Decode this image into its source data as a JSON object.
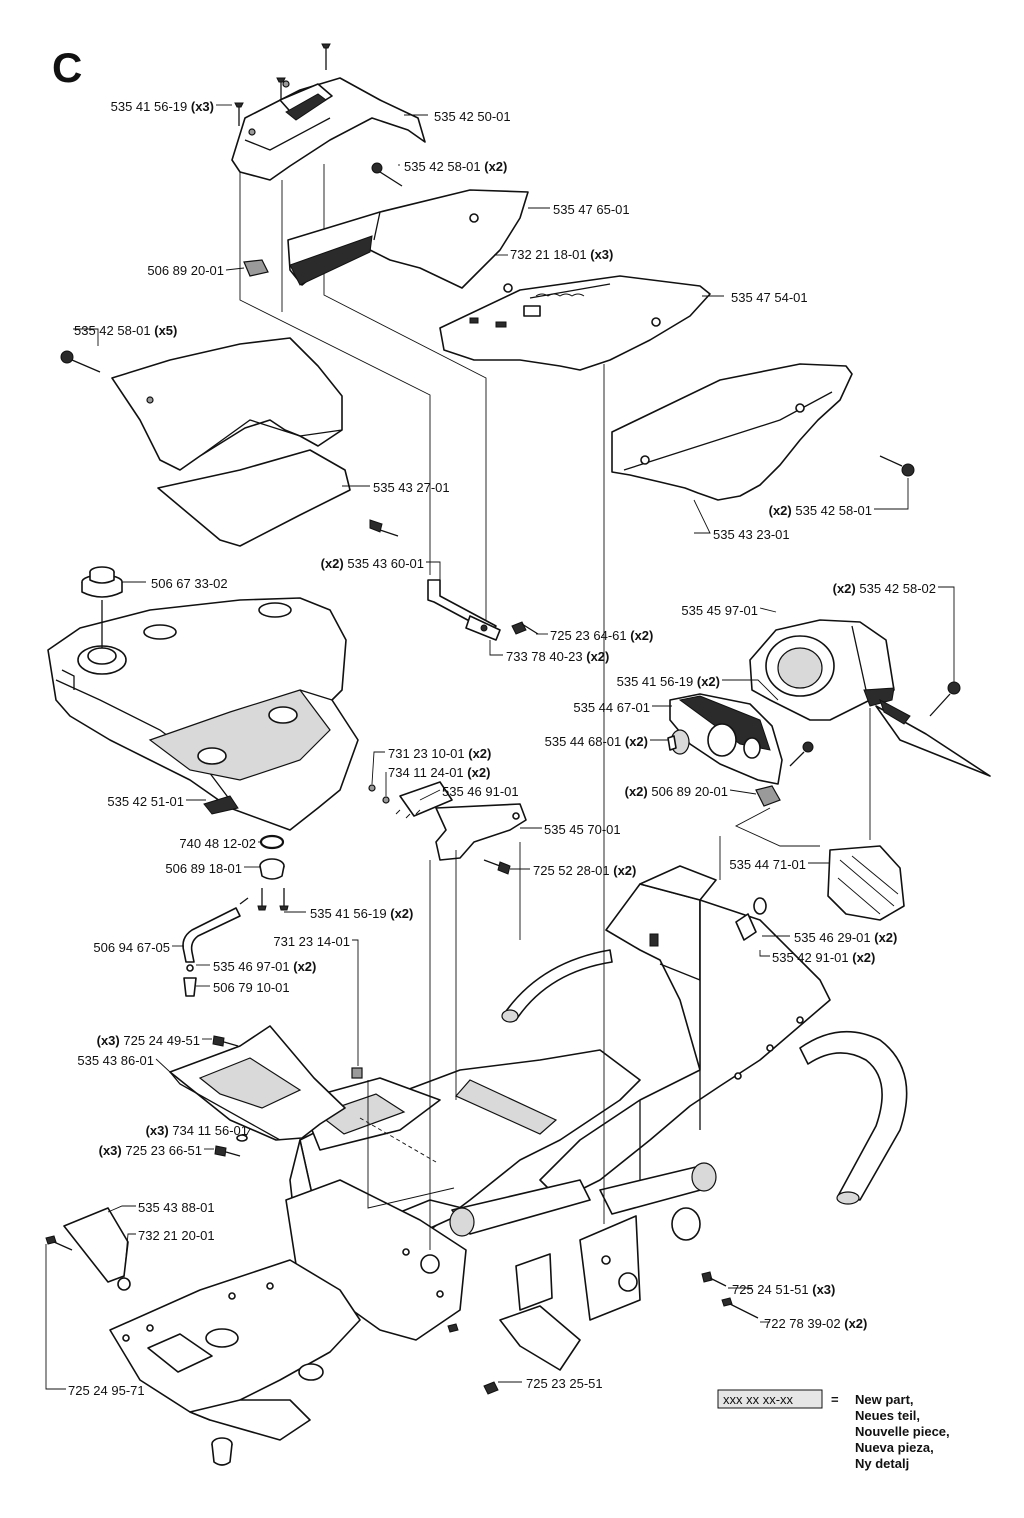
{
  "section_letter": "C",
  "callouts": [
    {
      "id": "c01",
      "part": "535 41 56-19",
      "qty": "(x3)"
    },
    {
      "id": "c02",
      "part": "535 42 50-01",
      "qty": ""
    },
    {
      "id": "c03",
      "part": "535 42 58-01",
      "qty": "(x2)"
    },
    {
      "id": "c04",
      "part": "535 47 65-01",
      "qty": ""
    },
    {
      "id": "c05",
      "part": "732 21 18-01",
      "qty": "(x3)"
    },
    {
      "id": "c06",
      "part": "506 89 20-01",
      "qty": ""
    },
    {
      "id": "c07",
      "part": "535 47 54-01",
      "qty": ""
    },
    {
      "id": "c08",
      "part": "535 42 58-01",
      "qty": "(x5)"
    },
    {
      "id": "c09",
      "part": "535 43 27-01",
      "qty": ""
    },
    {
      "id": "c10",
      "part": "535 42 58-01",
      "qty": "(x2)"
    },
    {
      "id": "c11",
      "part": "535 43 23-01",
      "qty": ""
    },
    {
      "id": "c12",
      "part": "535 43 60-01",
      "qty": "(x2)"
    },
    {
      "id": "c13",
      "part": "506 67 33-02",
      "qty": ""
    },
    {
      "id": "c14",
      "part": "535 42 58-02",
      "qty": "(x2)"
    },
    {
      "id": "c15",
      "part": "535 45 97-01",
      "qty": ""
    },
    {
      "id": "c16",
      "part": "725 23 64-61",
      "qty": "(x2)"
    },
    {
      "id": "c17",
      "part": "733 78 40-23",
      "qty": "(x2)"
    },
    {
      "id": "c18",
      "part": "535 41 56-19",
      "qty": "(x2)"
    },
    {
      "id": "c19",
      "part": "535 44 67-01",
      "qty": ""
    },
    {
      "id": "c20",
      "part": "535 44 68-01",
      "qty": "(x2)"
    },
    {
      "id": "c21",
      "part": "731 23 10-01",
      "qty": "(x2)"
    },
    {
      "id": "c22",
      "part": "734 11 24-01",
      "qty": "(x2)"
    },
    {
      "id": "c23",
      "part": "535 46 91-01",
      "qty": ""
    },
    {
      "id": "c24",
      "part": "506 89 20-01",
      "qty": "(x2)"
    },
    {
      "id": "c25",
      "part": "535 42 51-01",
      "qty": ""
    },
    {
      "id": "c26",
      "part": "535 45 70-01",
      "qty": ""
    },
    {
      "id": "c27",
      "part": "740 48 12-02",
      "qty": ""
    },
    {
      "id": "c28",
      "part": "725 52 28-01",
      "qty": "(x2)"
    },
    {
      "id": "c29",
      "part": "506 89 18-01",
      "qty": ""
    },
    {
      "id": "c30",
      "part": "535 44 71-01",
      "qty": ""
    },
    {
      "id": "c31",
      "part": "535 41 56-19",
      "qty": "(x2)"
    },
    {
      "id": "c32",
      "part": "731 23 14-01",
      "qty": ""
    },
    {
      "id": "c33",
      "part": "535 46 29-01",
      "qty": "(x2)"
    },
    {
      "id": "c34",
      "part": "506 94 67-05",
      "qty": ""
    },
    {
      "id": "c35",
      "part": "535 42 91-01",
      "qty": "(x2)"
    },
    {
      "id": "c36",
      "part": "535 46 97-01",
      "qty": "(x2)"
    },
    {
      "id": "c37",
      "part": "506 79 10-01",
      "qty": ""
    },
    {
      "id": "c38",
      "part": "725 24 49-51",
      "qty": "(x3)"
    },
    {
      "id": "c39",
      "part": "535 43 86-01",
      "qty": ""
    },
    {
      "id": "c40",
      "part": "734 11 56-01",
      "qty": "(x3)"
    },
    {
      "id": "c41",
      "part": "725 23 66-51",
      "qty": "(x3)"
    },
    {
      "id": "c42",
      "part": "535 43 88-01",
      "qty": ""
    },
    {
      "id": "c43",
      "part": "732 21 20-01",
      "qty": ""
    },
    {
      "id": "c44",
      "part": "725 24 51-51",
      "qty": "(x3)"
    },
    {
      "id": "c45",
      "part": "722 78 39-02",
      "qty": "(x2)"
    },
    {
      "id": "c46",
      "part": "725 24 95-71",
      "qty": ""
    },
    {
      "id": "c47",
      "part": "725 23 25-51",
      "qty": ""
    }
  ],
  "legend": {
    "code": "xxx xx xx-xx",
    "equals": "=",
    "lines": [
      "New part,",
      "Neues teil,",
      "Nouvelle piece,",
      "Nueva pieza,",
      "Ny detalj"
    ]
  }
}
